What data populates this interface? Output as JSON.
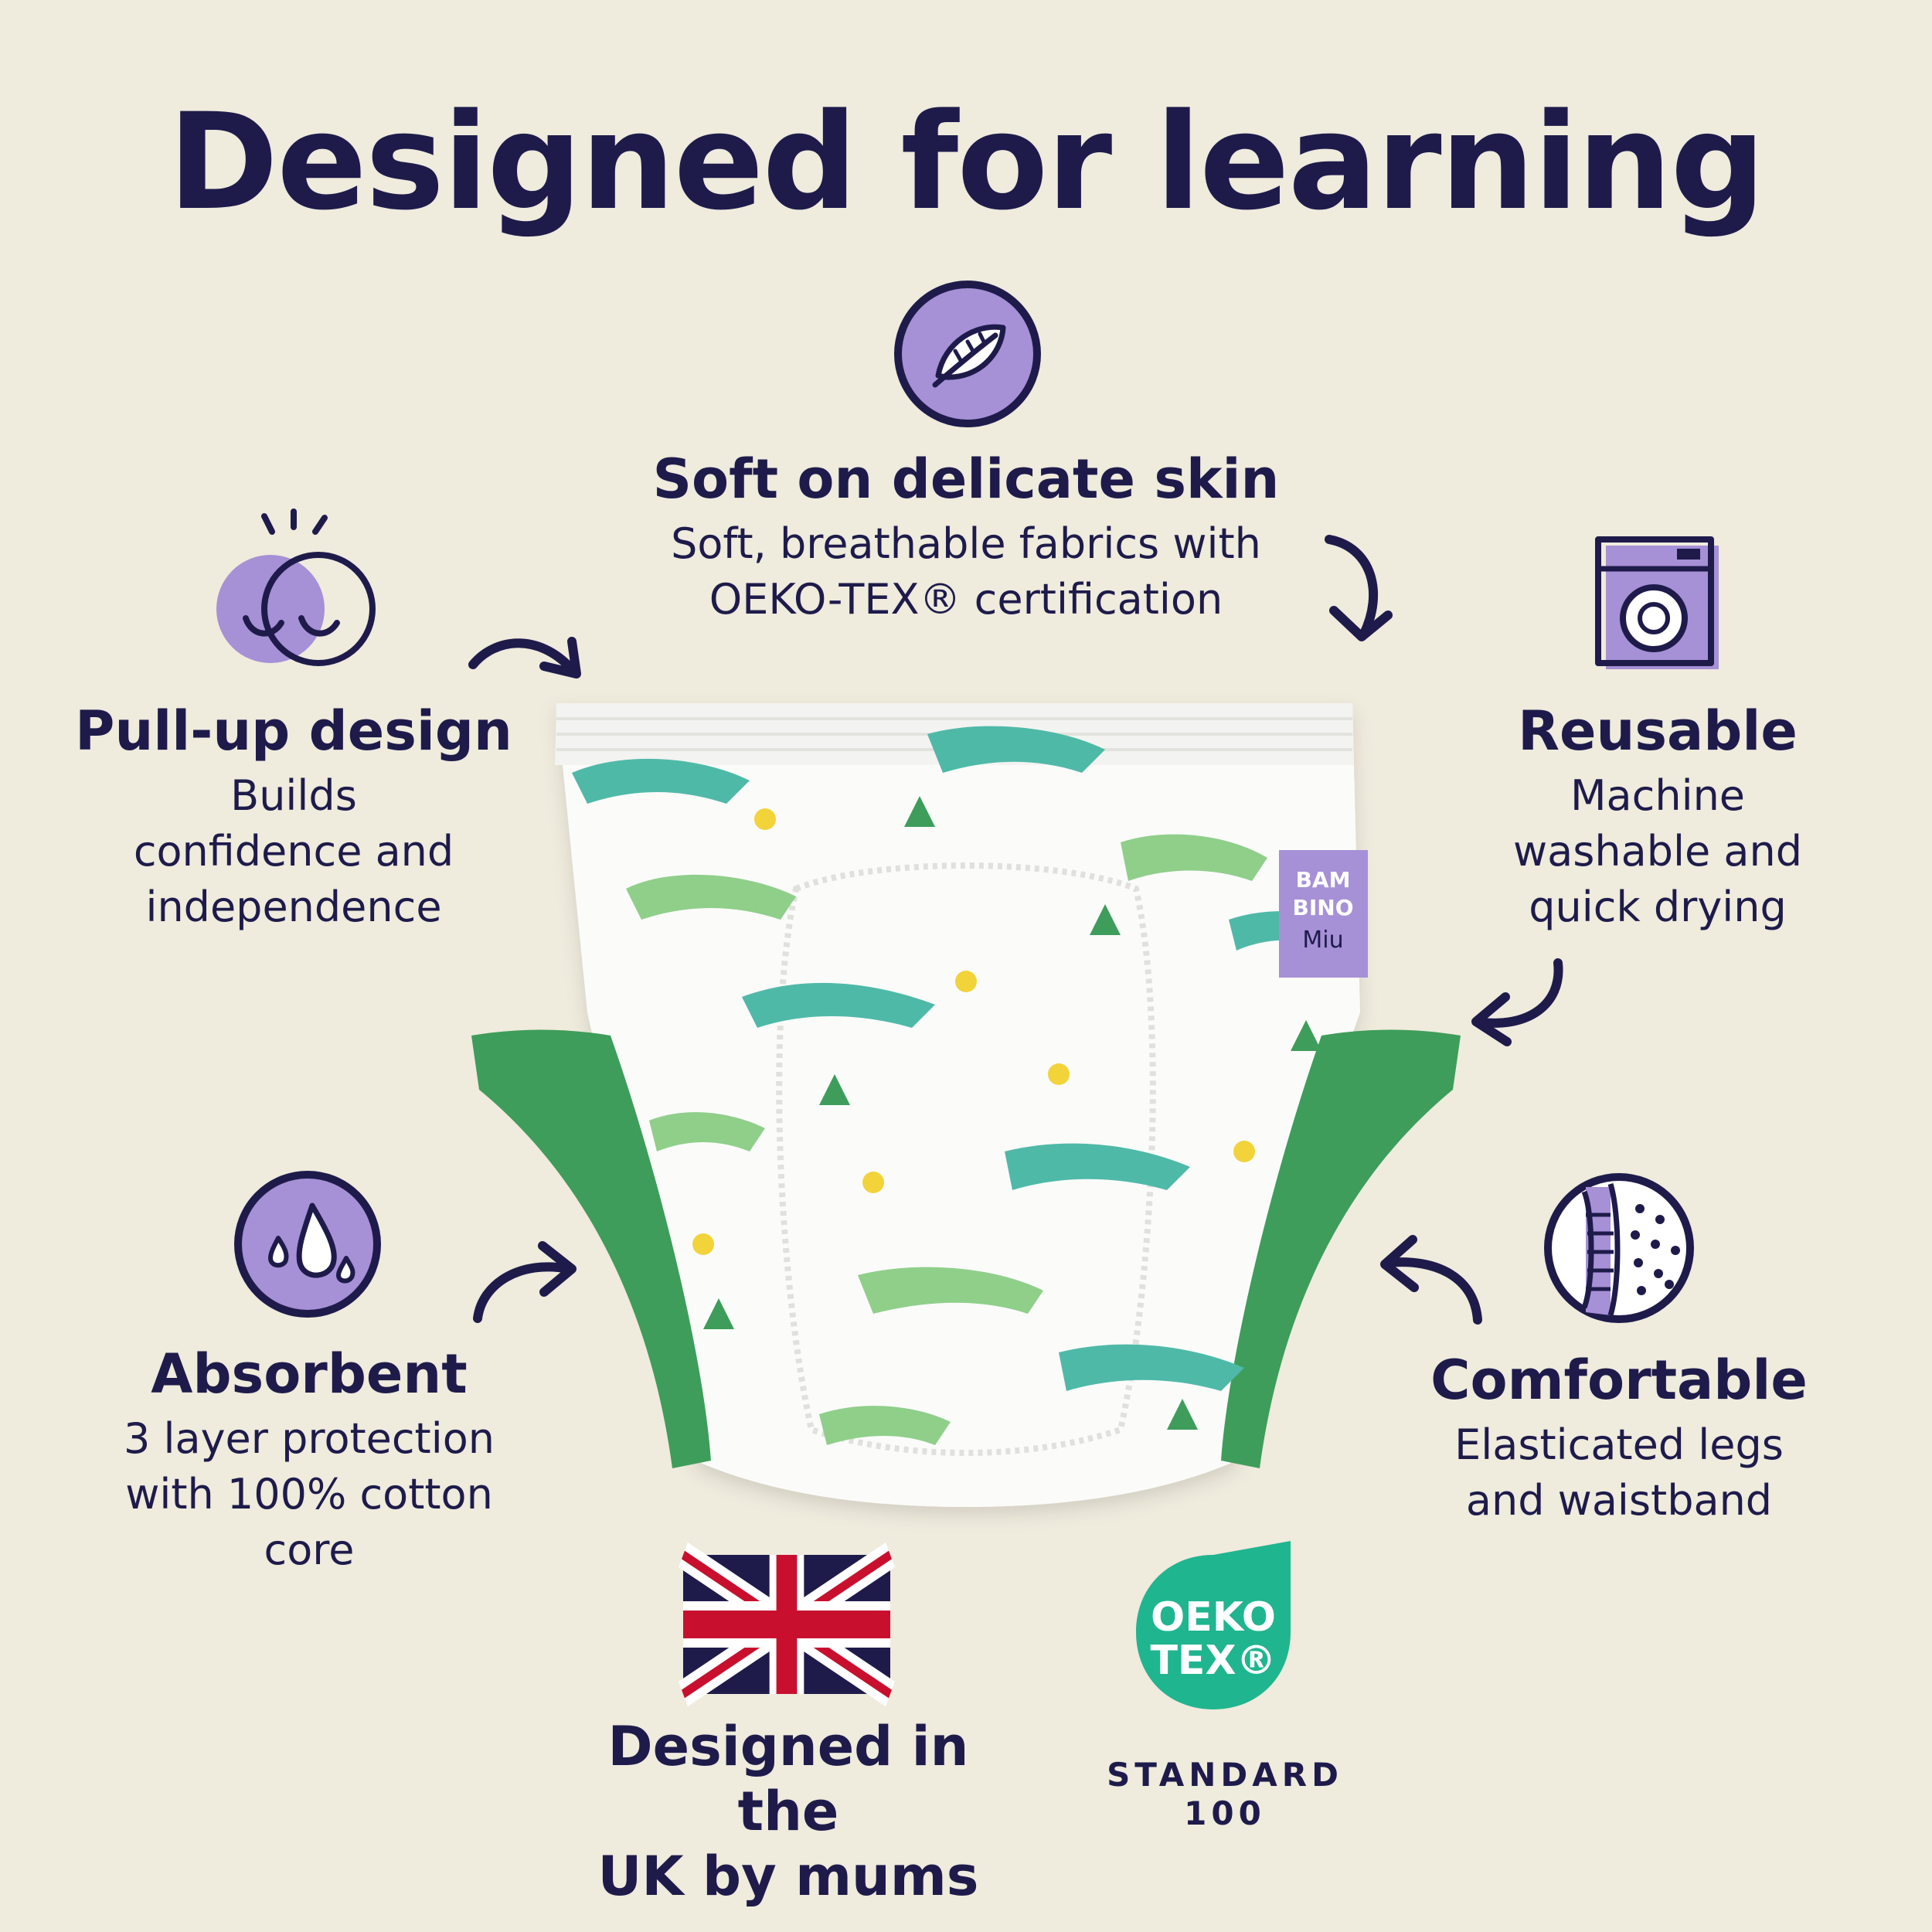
{
  "title": "Designed for learning",
  "features": {
    "soft": {
      "heading": "Soft on delicate skin",
      "lines": [
        "Soft, breathable fabrics with",
        "OEKO-TEX® certification"
      ],
      "icon": "feather-icon"
    },
    "pullup": {
      "heading": "Pull-up design",
      "lines": [
        "Builds",
        "confidence and",
        "independence"
      ],
      "icon": "smile-icon"
    },
    "reusable": {
      "heading": "Reusable",
      "lines": [
        "Machine",
        "washable and",
        "quick drying"
      ],
      "icon": "washing-machine-icon"
    },
    "absorbent": {
      "heading": "Absorbent",
      "lines": [
        "3 layer protection",
        "with 100% cotton",
        "core"
      ],
      "icon": "droplets-icon"
    },
    "comfortable": {
      "heading": "Comfortable",
      "lines": [
        "Elasticated legs",
        "and waistband"
      ],
      "icon": "elastic-fabric-icon"
    }
  },
  "badges": {
    "uk": {
      "lines": [
        "Designed in the",
        "UK by mums"
      ],
      "icon": "union-jack-flag-icon"
    },
    "oeko": {
      "logo_line1": "OEKO",
      "logo_line2": "TEX®",
      "standard_line1": "STANDARD",
      "standard_line2": "100"
    }
  },
  "product": {
    "label_line1": "BAM",
    "label_line2": "BINO",
    "label_line3": "Miu"
  },
  "colors": {
    "background": "#EFEBDD",
    "navy": "#1E1B4B",
    "lavender": "#A690D6",
    "green": "#3E9D5A",
    "oeko_teal": "#1FB58F"
  }
}
